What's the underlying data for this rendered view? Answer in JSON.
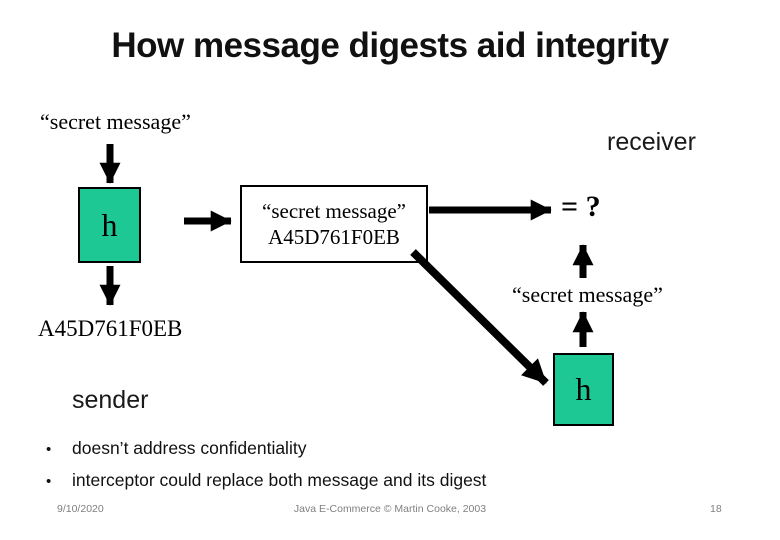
{
  "slide": {
    "title": "How message digests aid integrity",
    "sender_area": {
      "message_label": "“secret message”",
      "hash_function_label": "h",
      "digest_label": "A45D761F0EB",
      "role_label": "sender"
    },
    "transmitted_box": {
      "message_line": "“secret message”",
      "digest_line": "A45D761F0EB"
    },
    "receiver_area": {
      "role_label": "receiver",
      "comparison_label": "= ?",
      "message_label": "“secret message”",
      "hash_function_label": "h"
    },
    "bullets": [
      "doesn’t address confidentiality",
      "interceptor could replace both message and its digest"
    ],
    "bullet_char": "•",
    "footer": {
      "date": "9/10/2020",
      "credit": "Java E-Commerce © Martin Cooke, 2003",
      "page_number": "18"
    }
  },
  "colors": {
    "hash-box-fill": "#1ec895",
    "footer-text": "#808080"
  }
}
